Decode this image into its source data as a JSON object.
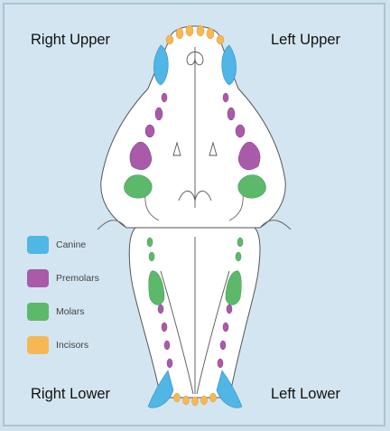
{
  "quadrants": {
    "right_upper": "Right Upper",
    "left_upper": "Left Upper",
    "right_lower": "Right Lower",
    "left_lower": "Left Lower"
  },
  "legend": [
    {
      "label": "Canine",
      "color": "#4fb6e6"
    },
    {
      "label": "Premolars",
      "color": "#a95aa8"
    },
    {
      "label": "Molars",
      "color": "#5cb96a"
    },
    {
      "label": "Incisors",
      "color": "#f6b855"
    }
  ],
  "colors": {
    "background": "#d3e5f0",
    "border": "#a9c4d6",
    "skull_fill": "#ffffff",
    "outline": "#555555"
  }
}
